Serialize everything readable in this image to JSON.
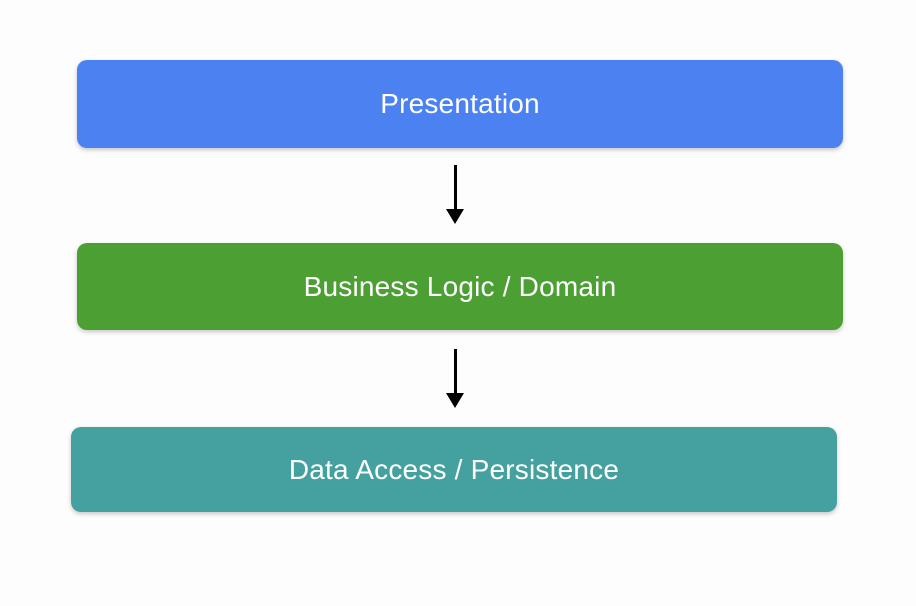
{
  "diagram": {
    "background_color": "#FDFDFD",
    "arrow_color": "#000000",
    "layers": [
      {
        "label": "Presentation",
        "fill_color": "#4B81F0",
        "text_color": "#FFFFFF"
      },
      {
        "label": "Business Logic / Domain",
        "fill_color": "#4CA033",
        "text_color": "#FFFFFF"
      },
      {
        "label": "Data Access / Persistence",
        "fill_color": "#45A0A0",
        "text_color": "#FFFFFF"
      }
    ]
  }
}
